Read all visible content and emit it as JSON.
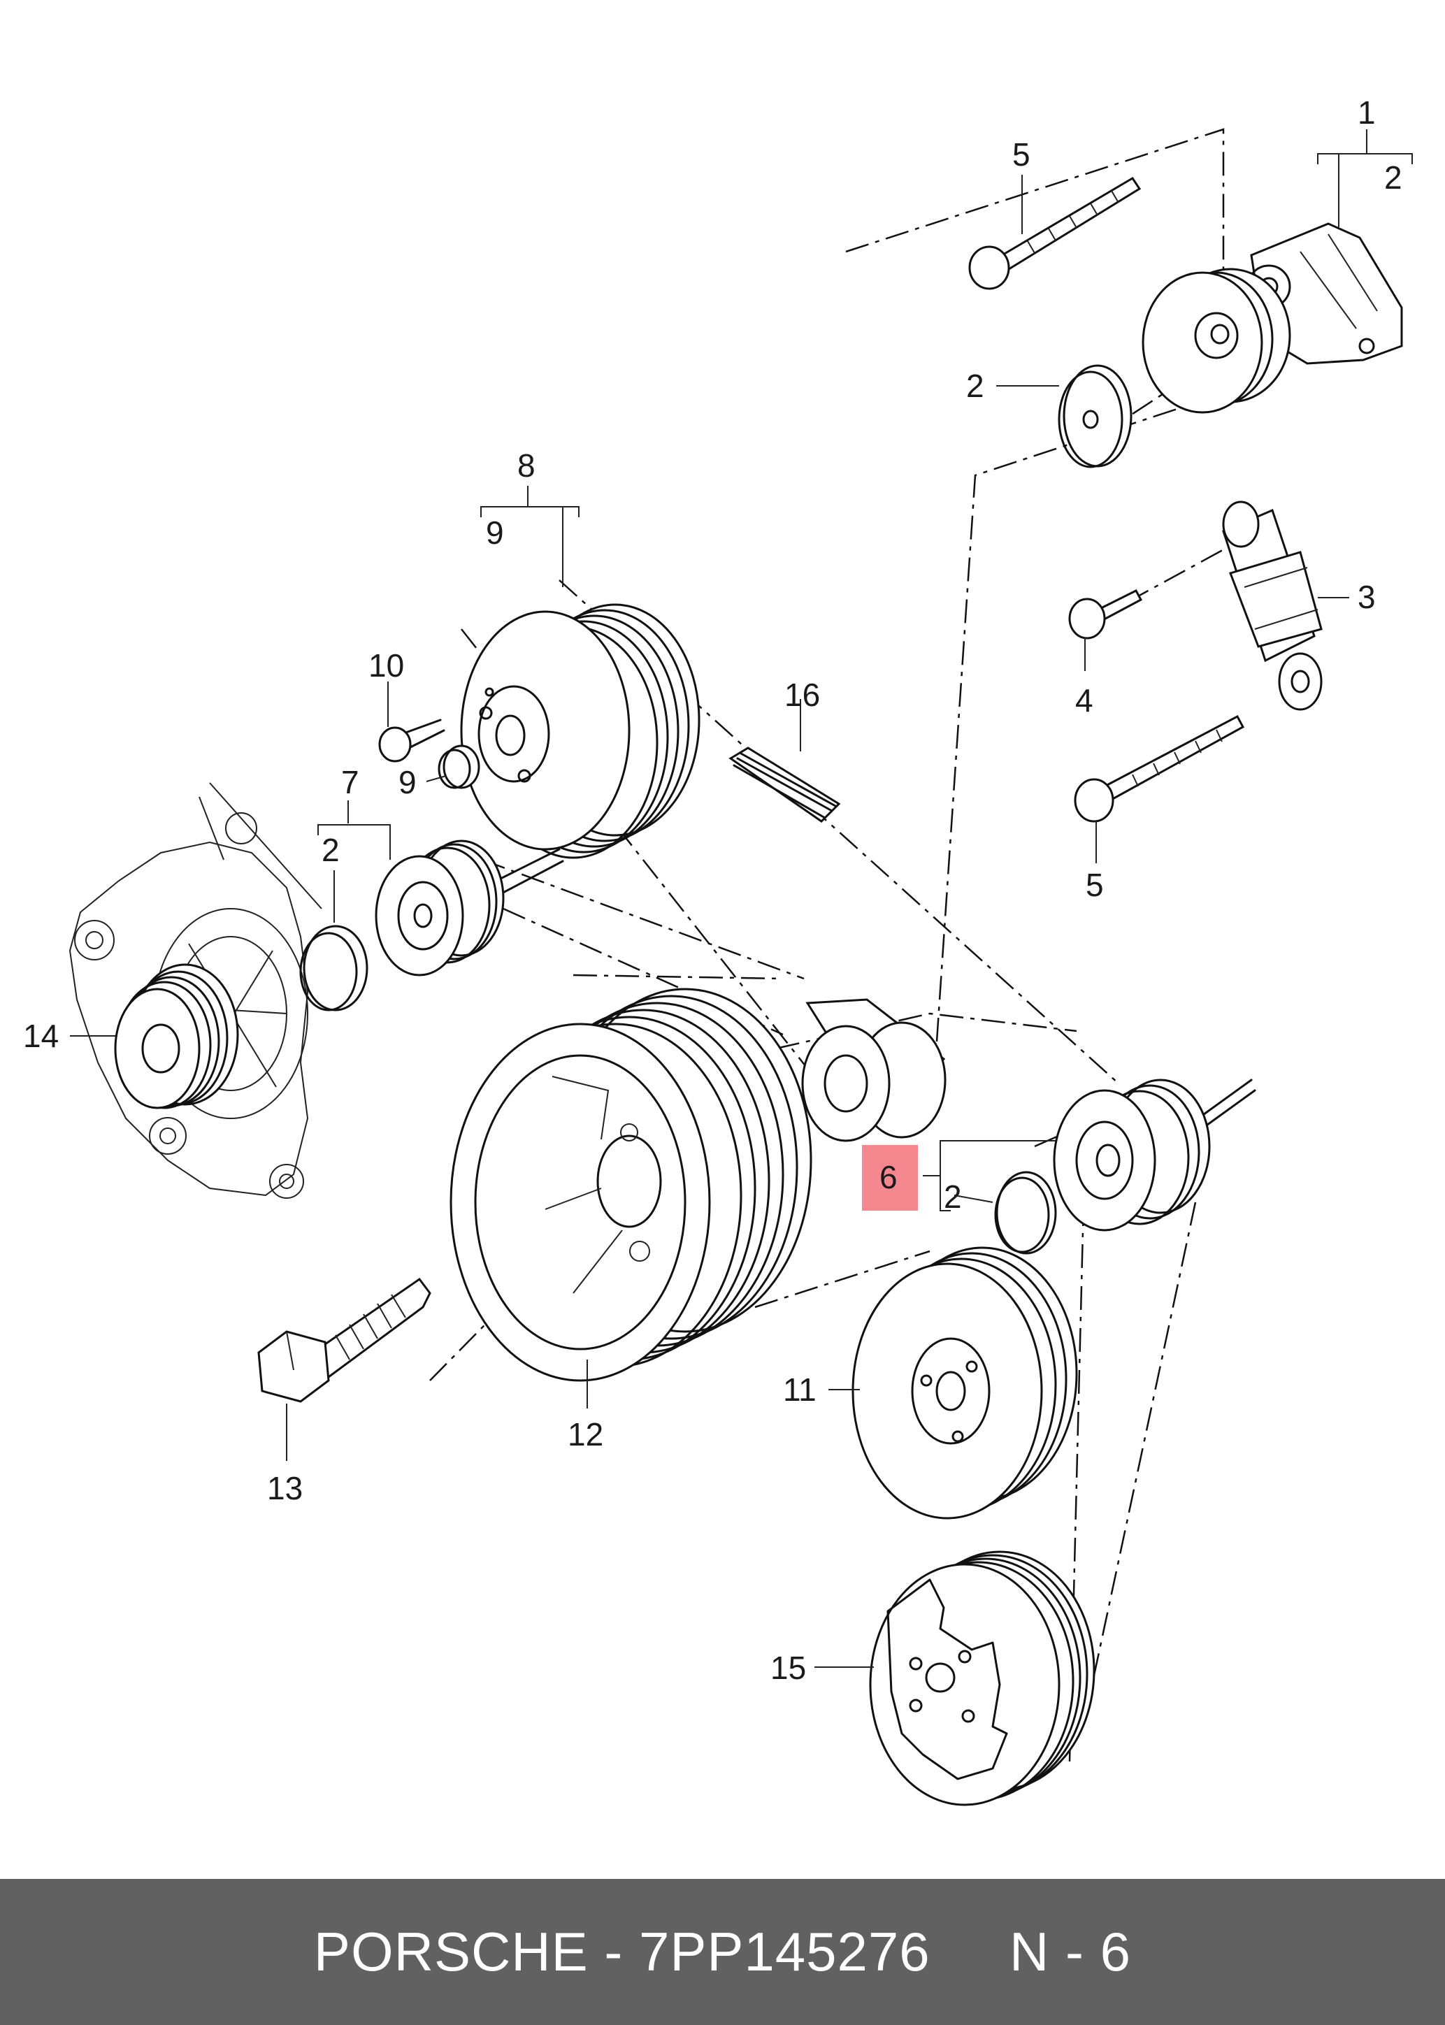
{
  "diagram": {
    "labels": {
      "c1": "1",
      "c2a": "2",
      "c2b": "2",
      "c2c": "2",
      "c2d": "2",
      "c3": "3",
      "c4": "4",
      "c5a": "5",
      "c5b": "5",
      "c6": "6",
      "c7": "7",
      "c8": "8",
      "c9a": "9",
      "c9b": "9",
      "c10": "10",
      "c11": "11",
      "c12": "12",
      "c13": "13",
      "c14": "14",
      "c15": "15",
      "c16": "16"
    },
    "highlight_color": "#f5888e"
  },
  "footer": {
    "text": "PORSCHE - 7PP145276     N - 6",
    "background": "#616161"
  }
}
